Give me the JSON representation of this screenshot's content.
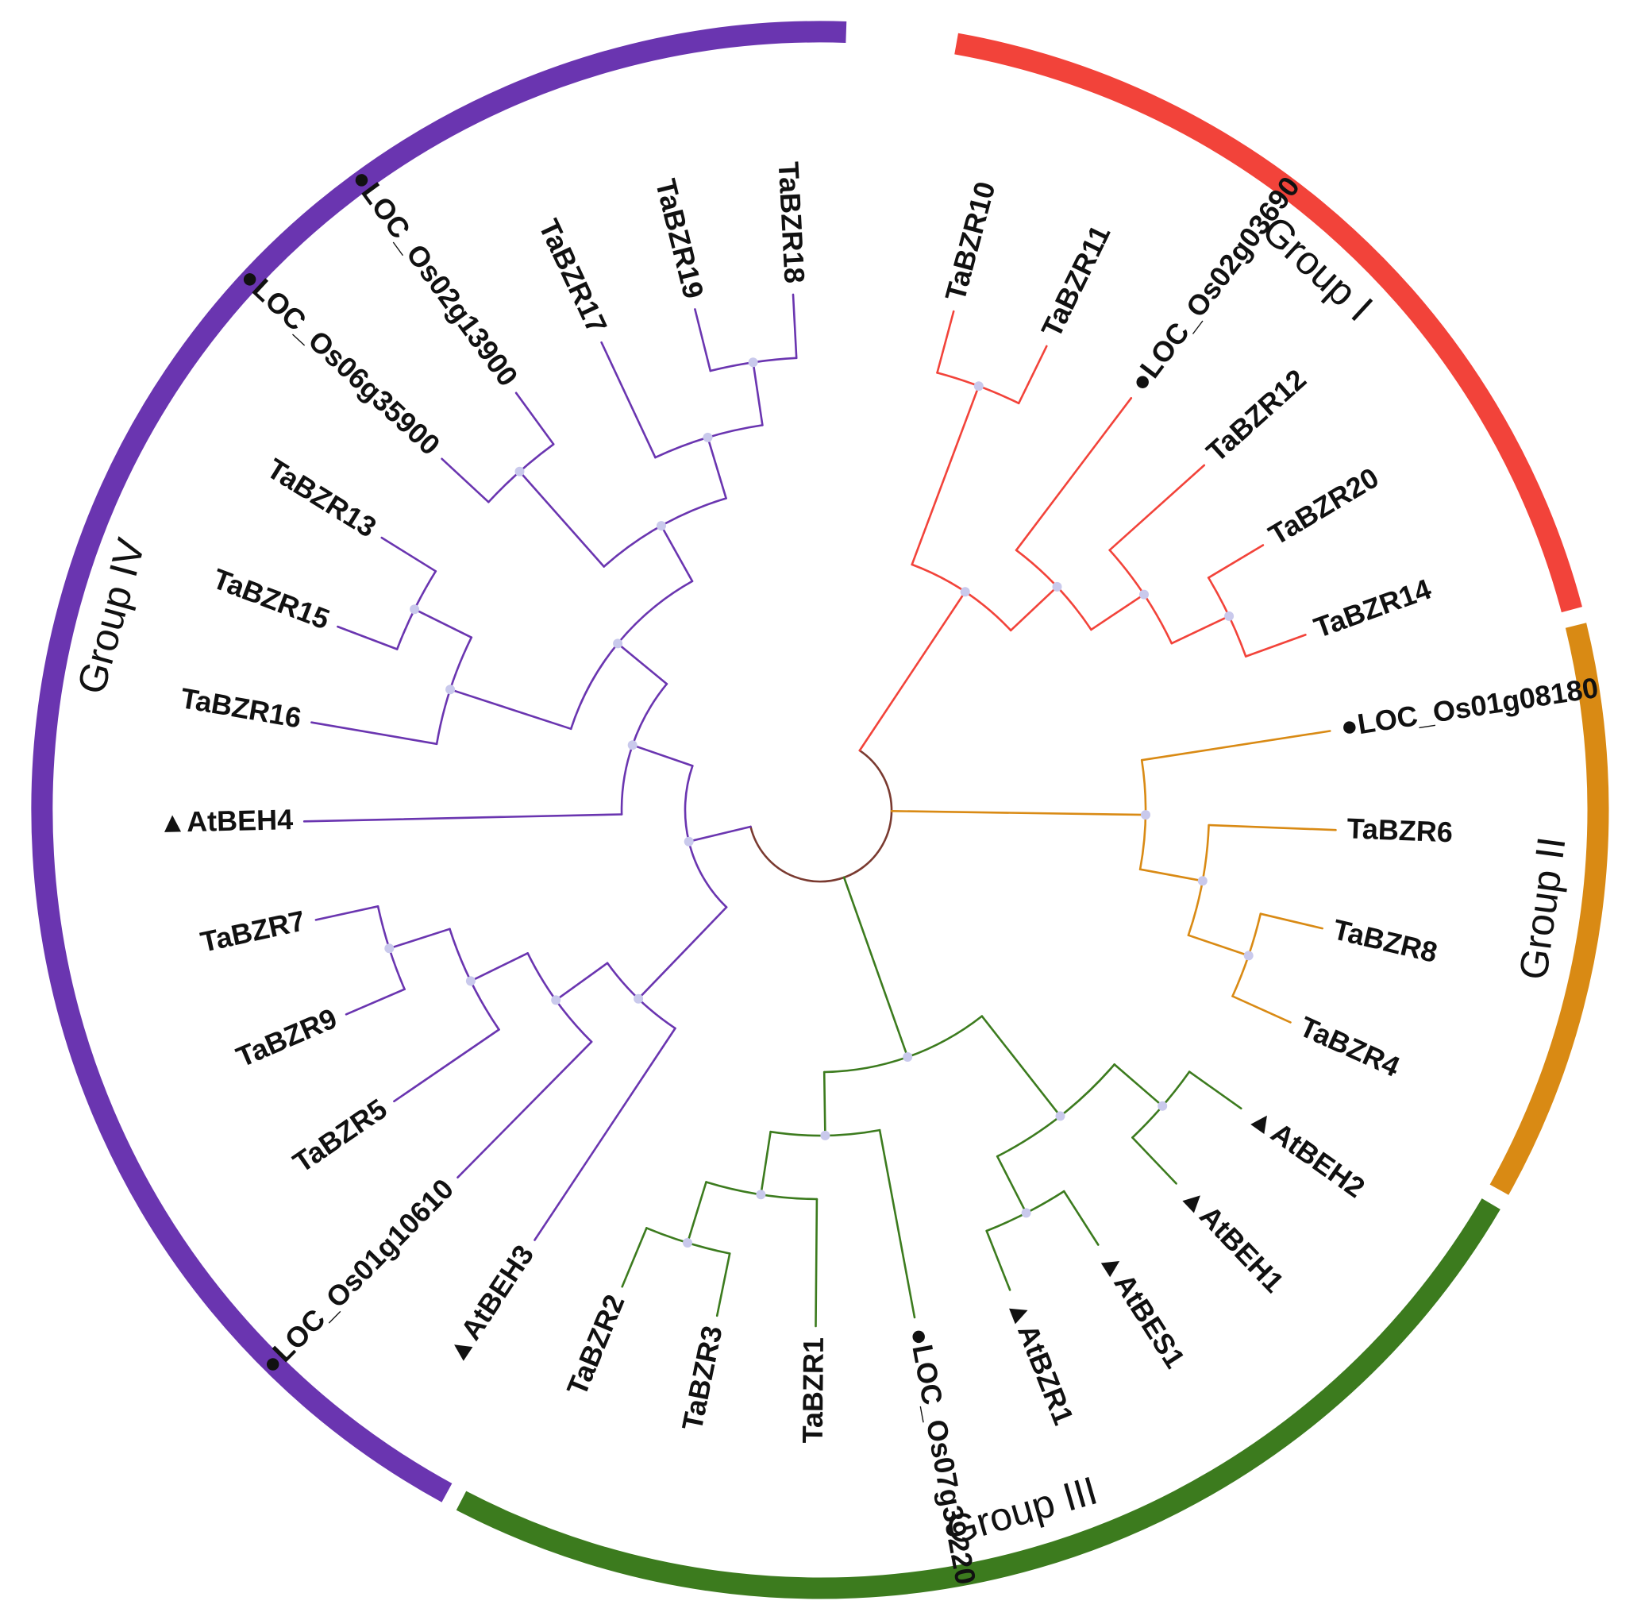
{
  "figure": {
    "groups": [
      {
        "id": "g1",
        "label": "Group I",
        "color": "#f2433a"
      },
      {
        "id": "g2",
        "label": "Group II",
        "color": "#d98a14"
      },
      {
        "id": "g3",
        "label": "Group III",
        "color": "#3c7b1e"
      },
      {
        "id": "g4",
        "label": "Group IV",
        "color": "#6a35b0"
      }
    ],
    "leaves": [
      {
        "label": "TaBZR10",
        "group": "g1"
      },
      {
        "label": "TaBZR11",
        "group": "g1"
      },
      {
        "label": "LOC_Os02g03690",
        "marker": "●",
        "group": "g1"
      },
      {
        "label": "TaBZR12",
        "group": "g1"
      },
      {
        "label": "TaBZR20",
        "group": "g1"
      },
      {
        "label": "TaBZR14",
        "group": "g1"
      },
      {
        "label": "LOC_Os01g08180",
        "marker": "●",
        "group": "g2"
      },
      {
        "label": "TaBZR6",
        "group": "g2"
      },
      {
        "label": "TaBZR8",
        "group": "g2"
      },
      {
        "label": "TaBZR4",
        "group": "g2"
      },
      {
        "label": "AtBEH2",
        "marker": "▲",
        "group": "g3"
      },
      {
        "label": "AtBEH1",
        "marker": "▲",
        "group": "g3"
      },
      {
        "label": "AtBES1",
        "marker": "▲",
        "group": "g3"
      },
      {
        "label": "AtBZR1",
        "marker": "▲",
        "group": "g3"
      },
      {
        "label": "LOC_Os07g39220",
        "marker": "●",
        "group": "g3"
      },
      {
        "label": "TaBZR1",
        "group": "g3"
      },
      {
        "label": "TaBZR3",
        "group": "g3"
      },
      {
        "label": "TaBZR2",
        "group": "g3"
      },
      {
        "label": "AtBEH3",
        "marker": "▲",
        "group": "g4"
      },
      {
        "label": "LOC_Os01g10610",
        "marker": "●",
        "group": "g4"
      },
      {
        "label": "TaBZR5",
        "group": "g4"
      },
      {
        "label": "TaBZR9",
        "group": "g4"
      },
      {
        "label": "TaBZR7",
        "group": "g4"
      },
      {
        "label": "AtBEH4",
        "marker": "▲",
        "group": "g4"
      },
      {
        "label": "TaBZR16",
        "group": "g4"
      },
      {
        "label": "TaBZR15",
        "group": "g4"
      },
      {
        "label": "TaBZR13",
        "group": "g4"
      },
      {
        "label": "LOC_Os06g35900",
        "marker": "●",
        "group": "g4"
      },
      {
        "label": "LOC_Os02g13900",
        "marker": "●",
        "group": "g4"
      },
      {
        "label": "TaBZR17",
        "group": "g4"
      },
      {
        "label": "TaBZR19",
        "group": "g4"
      },
      {
        "label": "TaBZR18",
        "group": "g4"
      }
    ],
    "tree": {
      "children": [
        {
          "group": "g1",
          "children": [
            {
              "children": [
                {
                  "leaf": "TaBZR10"
                },
                {
                  "leaf": "TaBZR11"
                }
              ]
            },
            {
              "children": [
                {
                  "leaf": "LOC_Os02g03690"
                },
                {
                  "children": [
                    {
                      "leaf": "TaBZR12"
                    },
                    {
                      "children": [
                        {
                          "leaf": "TaBZR20"
                        },
                        {
                          "leaf": "TaBZR14"
                        }
                      ]
                    }
                  ]
                }
              ]
            }
          ]
        },
        {
          "group": "g2",
          "children": [
            {
              "leaf": "LOC_Os01g08180"
            },
            {
              "children": [
                {
                  "leaf": "TaBZR6"
                },
                {
                  "children": [
                    {
                      "leaf": "TaBZR8"
                    },
                    {
                      "leaf": "TaBZR4"
                    }
                  ]
                }
              ]
            }
          ]
        },
        {
          "group": "g3",
          "children": [
            {
              "children": [
                {
                  "children": [
                    {
                      "leaf": "AtBEH2"
                    },
                    {
                      "leaf": "AtBEH1"
                    }
                  ]
                },
                {
                  "children": [
                    {
                      "leaf": "AtBES1"
                    },
                    {
                      "leaf": "AtBZR1"
                    }
                  ]
                }
              ]
            },
            {
              "children": [
                {
                  "leaf": "LOC_Os07g39220"
                },
                {
                  "children": [
                    {
                      "leaf": "TaBZR1"
                    },
                    {
                      "children": [
                        {
                          "leaf": "TaBZR3"
                        },
                        {
                          "leaf": "TaBZR2"
                        }
                      ]
                    }
                  ]
                }
              ]
            }
          ]
        },
        {
          "group": "g4",
          "children": [
            {
              "children": [
                {
                  "leaf": "AtBEH3"
                },
                {
                  "children": [
                    {
                      "leaf": "LOC_Os01g10610"
                    },
                    {
                      "children": [
                        {
                          "leaf": "TaBZR5"
                        },
                        {
                          "children": [
                            {
                              "leaf": "TaBZR9"
                            },
                            {
                              "leaf": "TaBZR7"
                            }
                          ]
                        }
                      ]
                    }
                  ]
                }
              ]
            },
            {
              "children": [
                {
                  "leaf": "AtBEH4"
                },
                {
                  "children": [
                    {
                      "children": [
                        {
                          "leaf": "TaBZR16"
                        },
                        {
                          "children": [
                            {
                              "leaf": "TaBZR15"
                            },
                            {
                              "leaf": "TaBZR13"
                            }
                          ]
                        }
                      ]
                    },
                    {
                      "children": [
                        {
                          "children": [
                            {
                              "leaf": "LOC_Os06g35900"
                            },
                            {
                              "leaf": "LOC_Os02g13900"
                            }
                          ]
                        },
                        {
                          "children": [
                            {
                              "leaf": "TaBZR17"
                            },
                            {
                              "children": [
                                {
                                  "leaf": "TaBZR19"
                                },
                                {
                                  "leaf": "TaBZR18"
                                }
                              ]
                            }
                          ]
                        }
                      ]
                    }
                  ]
                }
              ]
            }
          ]
        }
      ]
    }
  }
}
